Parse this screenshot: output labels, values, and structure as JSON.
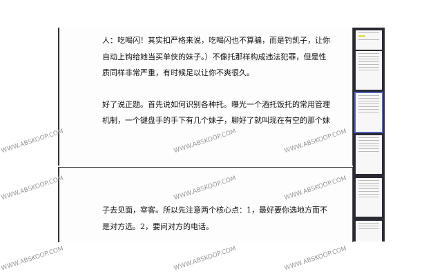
{
  "document": {
    "page1_lines": [
      "人：吃喝闪！其实扣严格来说，吃喝闪也不算骗，而是钓凯子，让你",
      "自动上钩给她当买单侠的妹子。）不像托那样构成违法犯罪，但是性",
      "质同样非常严重，有时候足以让你不爽很久。",
      "好了说正题。首先说如何识别各种托。曝光一个酒托饭托的常用管理",
      "机制，一个键盘手的手下有几个妹子，聊好了就叫现在有空的那个妹"
    ],
    "page2_lines": [
      "子去见面，宰客。所以先注意两个核心点：1，最好要你选地方而不",
      "是对方选。2，要问对方的电话。"
    ]
  },
  "watermark": "WWW.ABSKOOP.COM",
  "thumbnails": {
    "count": 6,
    "selected_index": 2,
    "accent": "#5060c0"
  }
}
